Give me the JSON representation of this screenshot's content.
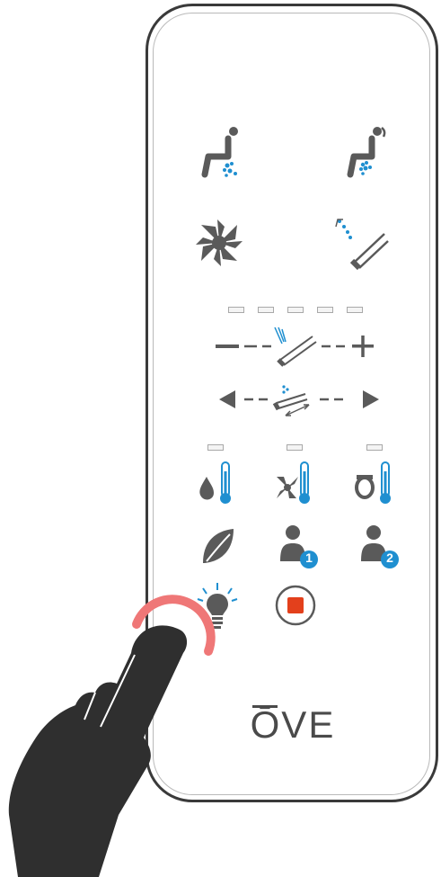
{
  "brand": {
    "name": "ŌVE"
  },
  "indicators": {
    "level_count": 5
  },
  "buttons": {
    "rear_wash": "person-rear-wash-icon",
    "front_wash": "person-front-wash-icon",
    "dryer": "fan-dryer-icon",
    "nozzle_clean": "nozzle-clean-icon",
    "pressure_decrease": "minus-icon",
    "pressure_increase": "plus-icon",
    "position_left": "left-arrow-icon",
    "position_right": "right-arrow-icon",
    "water_temp": "water-temperature-icon",
    "air_temp": "air-temperature-icon",
    "seat_temp": "seat-temperature-icon",
    "eco_mode": "leaf-icon",
    "user_1": "user-1-icon",
    "user_2": "user-2-icon",
    "night_light": "light-bulb-icon",
    "stop": "stop-icon"
  },
  "user_badges": {
    "user_1": "1",
    "user_2": "2"
  },
  "colors": {
    "accent_blue": "#1f8fd0",
    "stop_red": "#e3401c",
    "icon_gray": "#5a5a5a",
    "touch_ring": "#ef7777",
    "hand": "#2f2f2f"
  }
}
